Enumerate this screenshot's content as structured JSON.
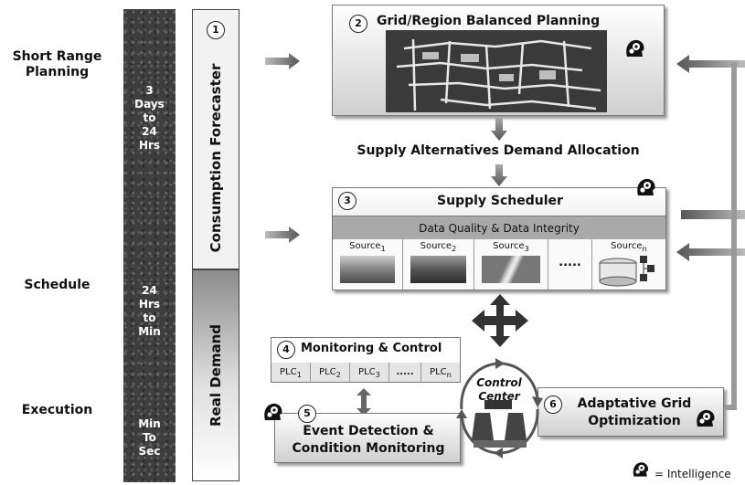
{
  "left_labels": {
    "short_range": "Short Range\nPlanning",
    "schedule": "Schedule",
    "execution": "Execution"
  },
  "timeline": {
    "range1": "3\nDays\nto\n24\nHrs",
    "range2": "24\nHrs\nto\nMin",
    "range3": "Min\nTo\nSec"
  },
  "bars": {
    "consumption": "Consumption Forecaster",
    "real_demand": "Real Demand"
  },
  "panels": {
    "grid": {
      "num": "2",
      "title": "Grid/Region Balanced Planning"
    },
    "supply_alt": "Supply Alternatives Demand Allocation",
    "scheduler": {
      "num": "3",
      "title": "Supply Scheduler",
      "band": "Data Quality & Data Integrity",
      "sources": [
        {
          "name": "Source",
          "sub": "1"
        },
        {
          "name": "Source",
          "sub": "2"
        },
        {
          "name": "Source",
          "sub": "3"
        },
        {
          "name": ".....",
          "sub": ""
        },
        {
          "name": "Source",
          "sub": "n"
        }
      ]
    },
    "monitoring": {
      "num": "4",
      "title": "Monitoring & Control",
      "plcs": [
        {
          "name": "PLC",
          "sub": "1"
        },
        {
          "name": "PLC",
          "sub": "2"
        },
        {
          "name": "PLC",
          "sub": "3"
        },
        {
          "name": ".....",
          "sub": ""
        },
        {
          "name": "PLC",
          "sub": "n"
        }
      ]
    },
    "event": {
      "num": "5",
      "title": "Event Detection &\nCondition Monitoring"
    },
    "control_center": "Control\nCenter",
    "adaptative": {
      "num": "6",
      "title": "Adaptative Grid\nOptimization"
    }
  },
  "consumption_num": "1",
  "legend": {
    "icon": "brain-gears-icon",
    "text": "= Intelligence"
  },
  "colors": {
    "panel_gradient_dark": "#cfcfcf",
    "band": "#a9a9a9",
    "arrow": "#666666"
  }
}
